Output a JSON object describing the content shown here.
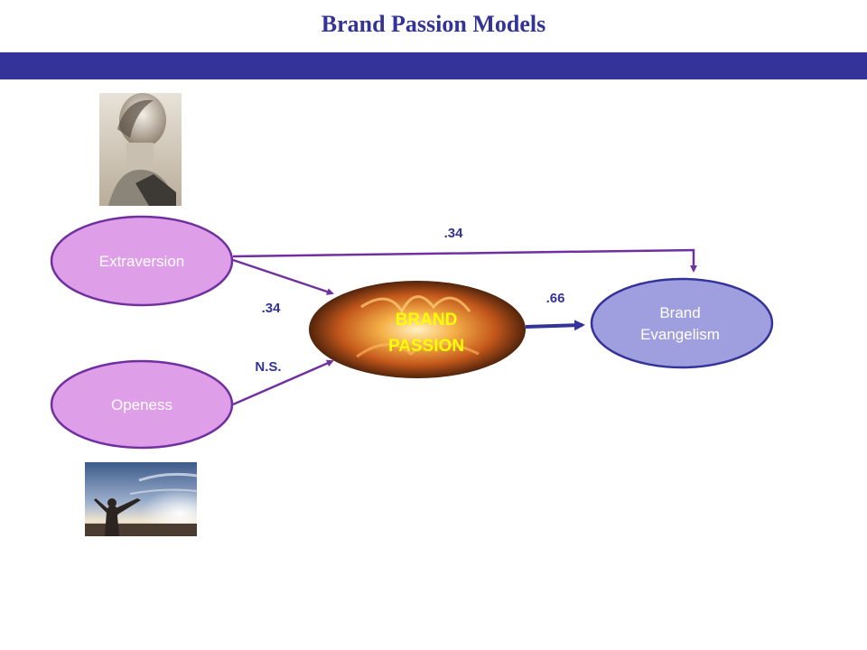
{
  "title": "Brand Passion Models",
  "nodes": {
    "extraversion": "Extraversion",
    "openess": "Openess",
    "passion_line1": "BRAND",
    "passion_line2": "PASSION",
    "evangelism_line1": "Brand",
    "evangelism_line2": "Evangelism"
  },
  "paths": {
    "extraversion_to_evangelism": ".34",
    "extraversion_to_passion": ".34",
    "openess_to_passion": "N.S.",
    "passion_to_evangelism": ".66"
  },
  "colors": {
    "title": "#333399",
    "band": "#333399",
    "trait_fill": "#df9fe8",
    "trait_stroke": "#7030a0",
    "evangelism_fill": "#9f9fe0",
    "evangelism_stroke": "#333399",
    "passion_text": "#ffff00",
    "label": "#333399"
  }
}
